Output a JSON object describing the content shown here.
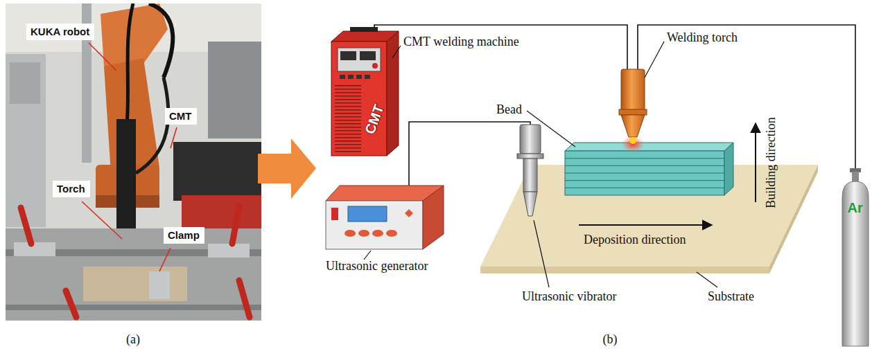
{
  "diagram": {
    "nodes": [
      {
        "text": [
          "KUKA robot"
        ]
      },
      {
        "text": [
          "CMT"
        ]
      },
      {
        "text": [
          "Torch"
        ]
      },
      {
        "text": [
          "Clamp"
        ]
      },
      {
        "text": [
          "CMT"
        ]
      },
      {
        "text": [
          "Ar"
        ]
      }
    ],
    "labels": [
      "CMT welding machine",
      "Welding torch",
      "Bead",
      "Building direction",
      "Deposition direction",
      "Ultrasonic generator",
      "Ultrasonic vibrator",
      "Substrate",
      "(a)",
      "(b)"
    ]
  }
}
